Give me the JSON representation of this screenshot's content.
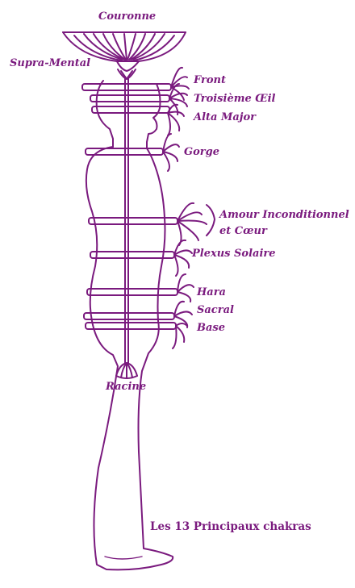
{
  "colors": {
    "ink": "#7a1a7e"
  },
  "chakras": {
    "couronne": "Couronne",
    "supra_mental": "Supra-Mental",
    "front": "Front",
    "troisieme_oeil": "Troisième Œil",
    "alta_major": "Alta Major",
    "gorge": "Gorge",
    "amour_line1": "Amour Inconditionnel",
    "amour_line2": "et Cœur",
    "plexus": "Plexus Solaire",
    "hara": "Hara",
    "sacral": "Sacral",
    "base": "Base",
    "racine": "Racine"
  },
  "caption": "Les 13 Principaux chakras"
}
